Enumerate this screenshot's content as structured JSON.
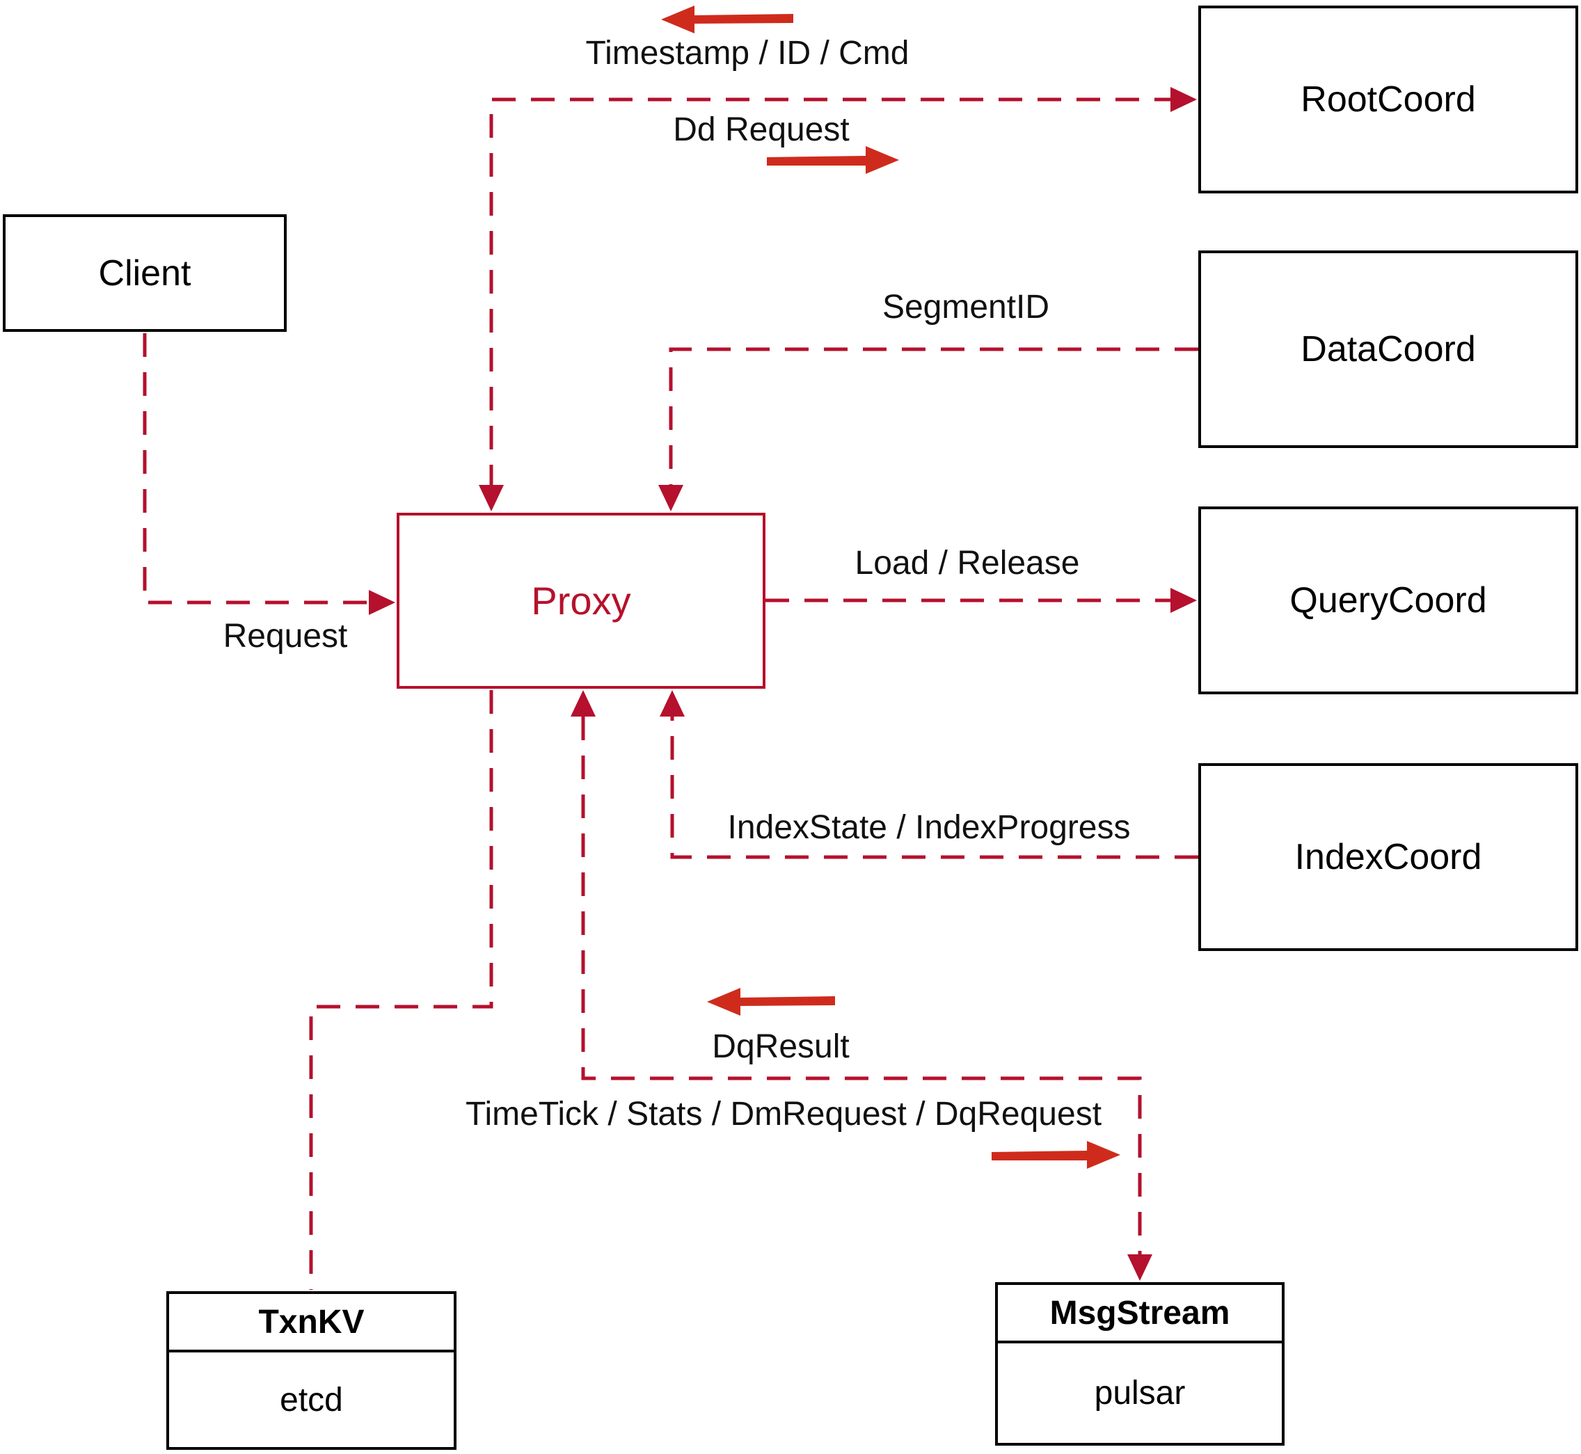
{
  "diagram": {
    "nodes": {
      "client": {
        "label": "Client"
      },
      "proxy": {
        "label": "Proxy"
      },
      "rootcoord": {
        "label": "RootCoord"
      },
      "datacoord": {
        "label": "DataCoord"
      },
      "querycoord": {
        "label": "QueryCoord"
      },
      "indexcoord": {
        "label": "IndexCoord"
      },
      "txnkv": {
        "title": "TxnKV",
        "subtitle": "etcd"
      },
      "msgstream": {
        "title": "MsgStream",
        "subtitle": "pulsar"
      }
    },
    "edges": [
      {
        "from": "Client",
        "to": "Proxy",
        "label": "Request",
        "arrow_into": [
          "Proxy"
        ]
      },
      {
        "from": "Proxy",
        "to": "RootCoord",
        "label": "Timestamp / ID / Cmd",
        "label2": "Dd Request",
        "arrow_into": [
          "Proxy",
          "RootCoord"
        ]
      },
      {
        "from": "DataCoord",
        "to": "Proxy",
        "label": "SegmentID",
        "arrow_into": [
          "Proxy"
        ]
      },
      {
        "from": "Proxy",
        "to": "QueryCoord",
        "label": "Load / Release",
        "arrow_into": [
          "QueryCoord"
        ]
      },
      {
        "from": "IndexCoord",
        "to": "Proxy",
        "label": "IndexState / IndexProgress",
        "arrow_into": [
          "Proxy"
        ]
      },
      {
        "from": "Proxy",
        "to": "TxnKV",
        "arrow_into": []
      },
      {
        "from": "Proxy",
        "to": "MsgStream",
        "label": "DqResult",
        "label2": "TimeTick / Stats / DmRequest / DqRequest",
        "arrow_into": [
          "Proxy",
          "MsgStream"
        ]
      }
    ],
    "colors": {
      "line_red": "#b5102d",
      "arrow_red": "#cf2b1c",
      "proxy_red": "#b5112c",
      "box_border": "#000000",
      "label_text": "#111111",
      "background": "#ffffff"
    }
  }
}
